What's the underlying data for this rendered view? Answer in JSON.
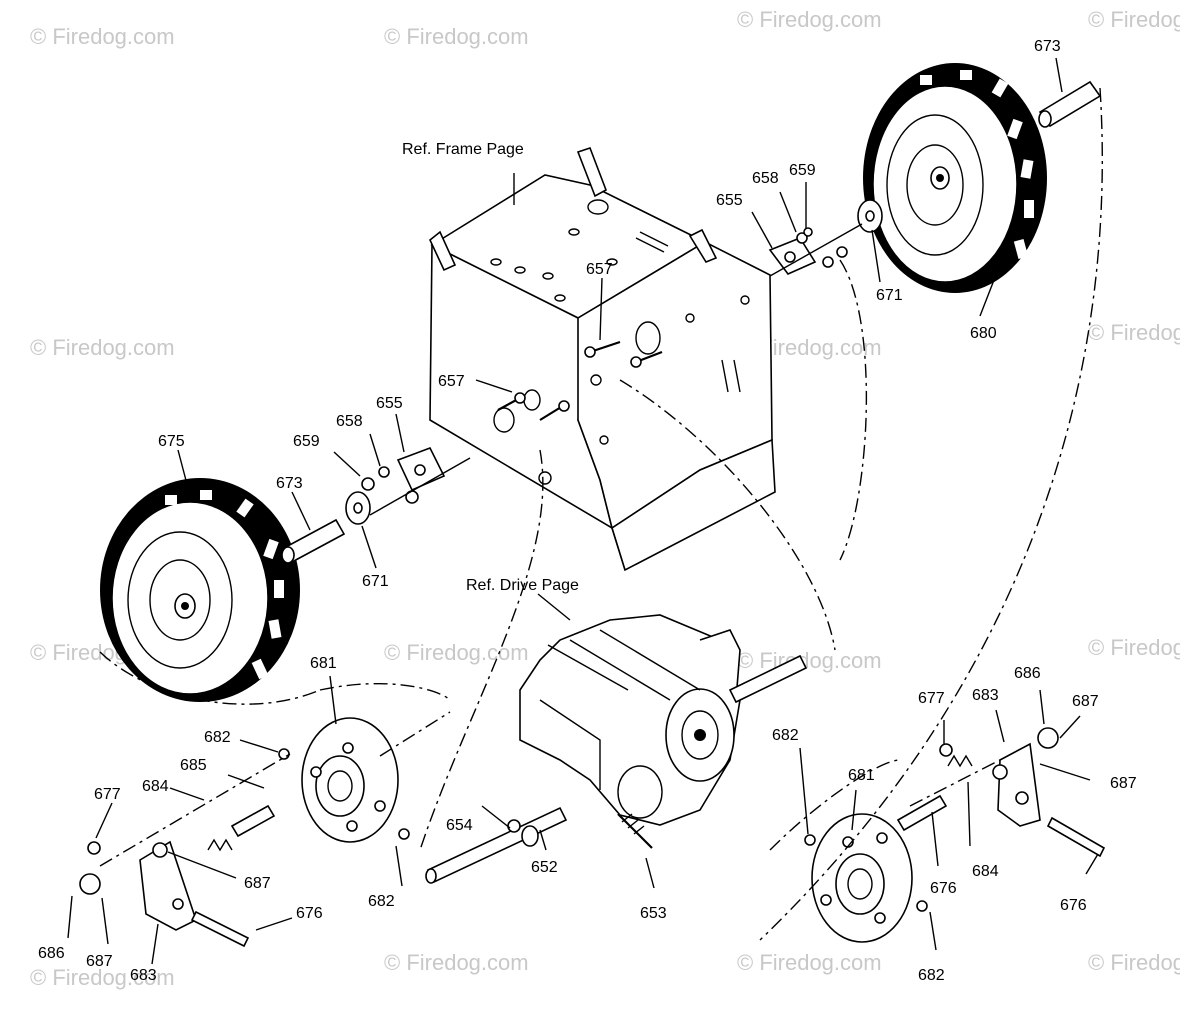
{
  "watermark": "© Firedog.com",
  "ref_labels": {
    "frame": "Ref. Frame Page",
    "drive": "Ref. Drive Page"
  },
  "part_numbers": {
    "p673_top": "673",
    "p659_top": "659",
    "p658_top": "658",
    "p655_top": "655",
    "p671_right": "671",
    "p680": "680",
    "p657_upper": "657",
    "p657_lower": "657",
    "p655_left": "655",
    "p658_left": "658",
    "p659_left": "659",
    "p675": "675",
    "p673_left": "673",
    "p671_left": "671",
    "p681_left": "681",
    "p682_left_top": "682",
    "p685": "685",
    "p684_left": "684",
    "p677_left": "677",
    "p687_left_mid": "687",
    "p686_left": "686",
    "p687_left_bot": "687",
    "p683_left": "683",
    "p676_left": "676",
    "p682_left_bot": "682",
    "p654": "654",
    "p652": "652",
    "p653": "653",
    "p682_right_top": "682",
    "p681_right": "681",
    "p677_right": "677",
    "p683_right": "683",
    "p686_right": "686",
    "p687_right_top": "687",
    "p687_right_mid": "687",
    "p684_right": "684",
    "p676_right_a": "676",
    "p676_right_b": "676",
    "p682_right_bot": "682"
  }
}
